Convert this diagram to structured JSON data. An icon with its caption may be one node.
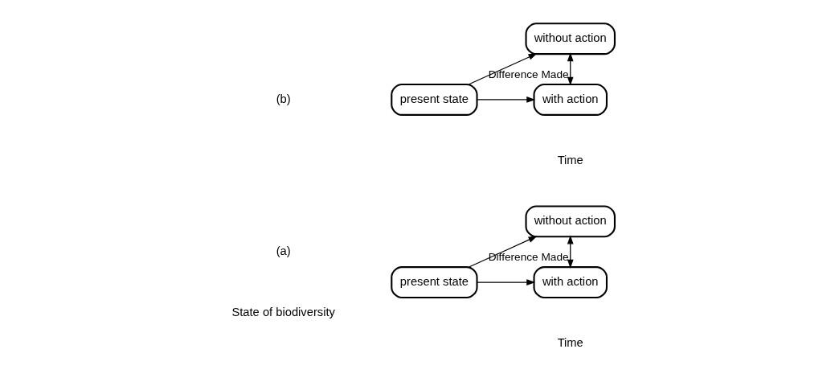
{
  "diagram": {
    "nodes": [
      {
        "text": [
          "present state"
        ]
      },
      {
        "text": [
          "with action"
        ]
      },
      {
        "text": [
          "without action"
        ]
      },
      {
        "text": [
          "present state"
        ]
      },
      {
        "text": [
          "with action"
        ]
      },
      {
        "text": [
          "without action"
        ]
      }
    ],
    "edges": [
      {
        "from": 0,
        "to": 1,
        "arrow": "to"
      },
      {
        "from": 0,
        "to": 2,
        "arrow": "to"
      },
      {
        "from": 1,
        "to": 2,
        "arrow": "both",
        "label": "Difference Made"
      },
      {
        "from": 3,
        "to": 4,
        "arrow": "to"
      },
      {
        "from": 3,
        "to": 5,
        "arrow": "to"
      },
      {
        "from": 4,
        "to": 5,
        "arrow": "both",
        "label": "Difference Made"
      }
    ],
    "labels": [
      "(a)",
      "State of biodiversity",
      "Time",
      "(b)",
      "Time"
    ]
  }
}
